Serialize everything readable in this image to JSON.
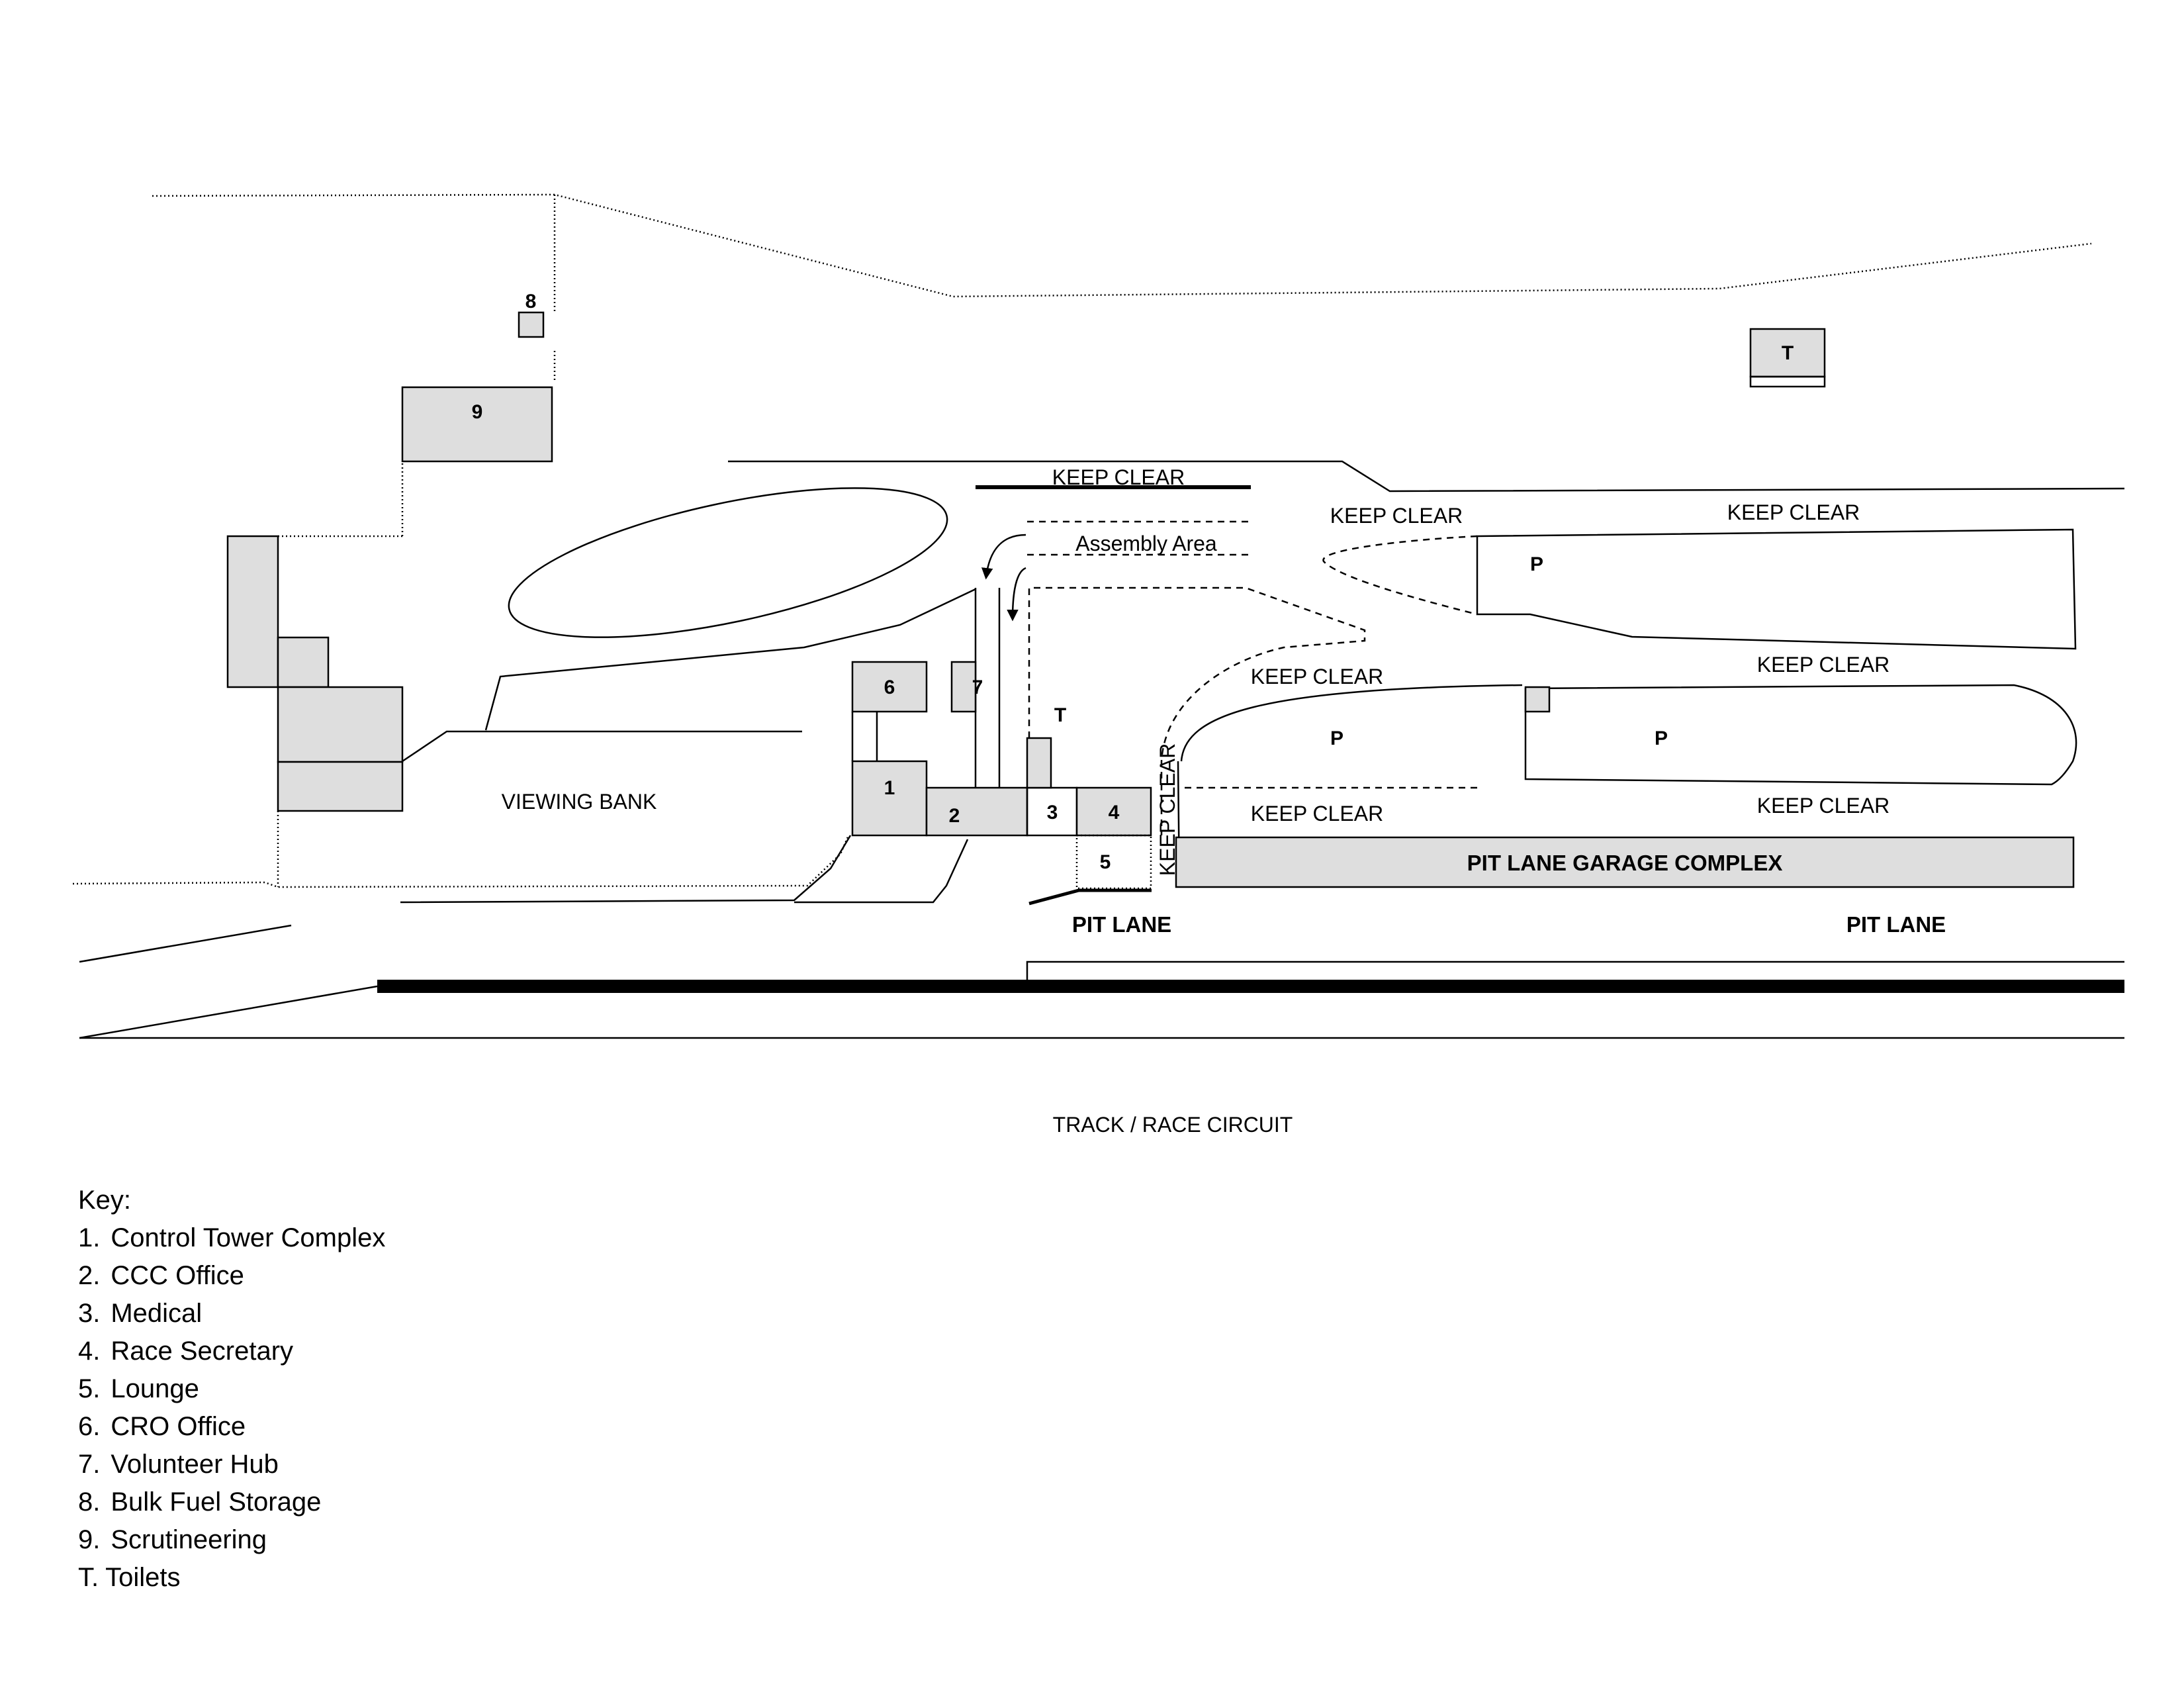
{
  "labels": {
    "keep_clear": "KEEP CLEAR",
    "keep_clear_vertical": "KEEP CLEAR",
    "assembly_area": "Assembly Area",
    "viewing_bank": "VIEWING BANK",
    "pit_lane": "PIT LANE",
    "pit_garage": "PIT LANE GARAGE COMPLEX",
    "track": "TRACK / RACE CIRCUIT",
    "parking_marker": "P",
    "toilet_marker": "T"
  },
  "buildings": {
    "b1": "1",
    "b2": "2",
    "b3": "3",
    "b4": "4",
    "b5": "5",
    "b6": "6",
    "b7": "7",
    "b8": "8",
    "b9": "9",
    "toilets": "T"
  },
  "key": {
    "title": "Key:",
    "items": [
      {
        "num": "1.",
        "label": "Control Tower Complex"
      },
      {
        "num": "2.",
        "label": "CCC Office"
      },
      {
        "num": "3.",
        "label": "Medical"
      },
      {
        "num": "4.",
        "label": "Race Secretary"
      },
      {
        "num": "5.",
        "label": "Lounge"
      },
      {
        "num": "6.",
        "label": "CRO Office"
      },
      {
        "num": "7.",
        "label": "Volunteer Hub"
      },
      {
        "num": "8.",
        "label": "Bulk Fuel Storage"
      },
      {
        "num": "9.",
        "label": "Scrutineering"
      },
      {
        "num": "T.",
        "label": "Toilets"
      }
    ]
  },
  "colors": {
    "building_fill": "#dedede",
    "line": "#000000"
  }
}
